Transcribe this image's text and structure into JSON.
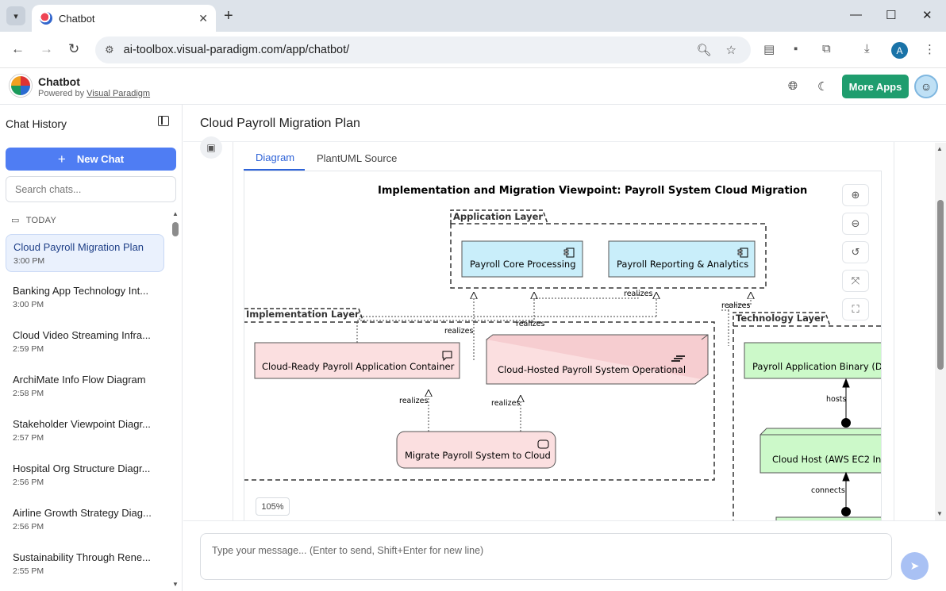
{
  "browser": {
    "tab_title": "Chatbot",
    "url": "ai-toolbox.visual-paradigm.com/app/chatbot/"
  },
  "app": {
    "name": "Chatbot",
    "powered_prefix": "Powered by",
    "powered_link": "Visual Paradigm",
    "more_apps": "More Apps",
    "profile_initial": "A"
  },
  "sidebar": {
    "title": "Chat History",
    "new_chat": "New Chat",
    "search_placeholder": "Search chats...",
    "group": "TODAY",
    "items": [
      {
        "title": "Cloud Payroll Migration Plan",
        "time": "3:00 PM"
      },
      {
        "title": "Banking App Technology Int...",
        "time": "3:00 PM"
      },
      {
        "title": "Cloud Video Streaming Infra...",
        "time": "2:59 PM"
      },
      {
        "title": "ArchiMate Info Flow Diagram",
        "time": "2:58 PM"
      },
      {
        "title": "Stakeholder Viewpoint Diagr...",
        "time": "2:57 PM"
      },
      {
        "title": "Hospital Org Structure Diagr...",
        "time": "2:56 PM"
      },
      {
        "title": "Airline Growth Strategy Diag...",
        "time": "2:56 PM"
      },
      {
        "title": "Sustainability Through Rene...",
        "time": "2:55 PM"
      }
    ]
  },
  "main": {
    "title": "Cloud Payroll Migration Plan",
    "tabs": [
      {
        "label": "Diagram"
      },
      {
        "label": "PlantUML Source"
      }
    ],
    "zoom": "105%",
    "composer_placeholder": "Type your message... (Enter to send, Shift+Enter for new line)"
  },
  "diagram": {
    "title": "Implementation and Migration Viewpoint: Payroll System Cloud Migration",
    "groups": {
      "application": "Application Layer",
      "implementation": "Implementation Layer",
      "technology": "Technology Layer"
    },
    "nodes": {
      "core": "Payroll Core Processing",
      "reporting": "Payroll Reporting & Analytics",
      "container": "Cloud-Ready Payroll Application Container",
      "operational": "Cloud-Hosted Payroll System Operational",
      "migrate": "Migrate Payroll System to Cloud",
      "binary": "Payroll Application Binary (D",
      "host": "Cloud Host (AWS EC2 In"
    },
    "labels": {
      "realizes": "realizes",
      "hosts": "hosts",
      "connects": "connects"
    }
  },
  "colors": {
    "accent": "#4f7df3",
    "brand_green": "#1f9d6e",
    "app_node": "#c9eefa",
    "impl_node": "#fbdfe0",
    "tech_node": "#ccf9c9"
  }
}
